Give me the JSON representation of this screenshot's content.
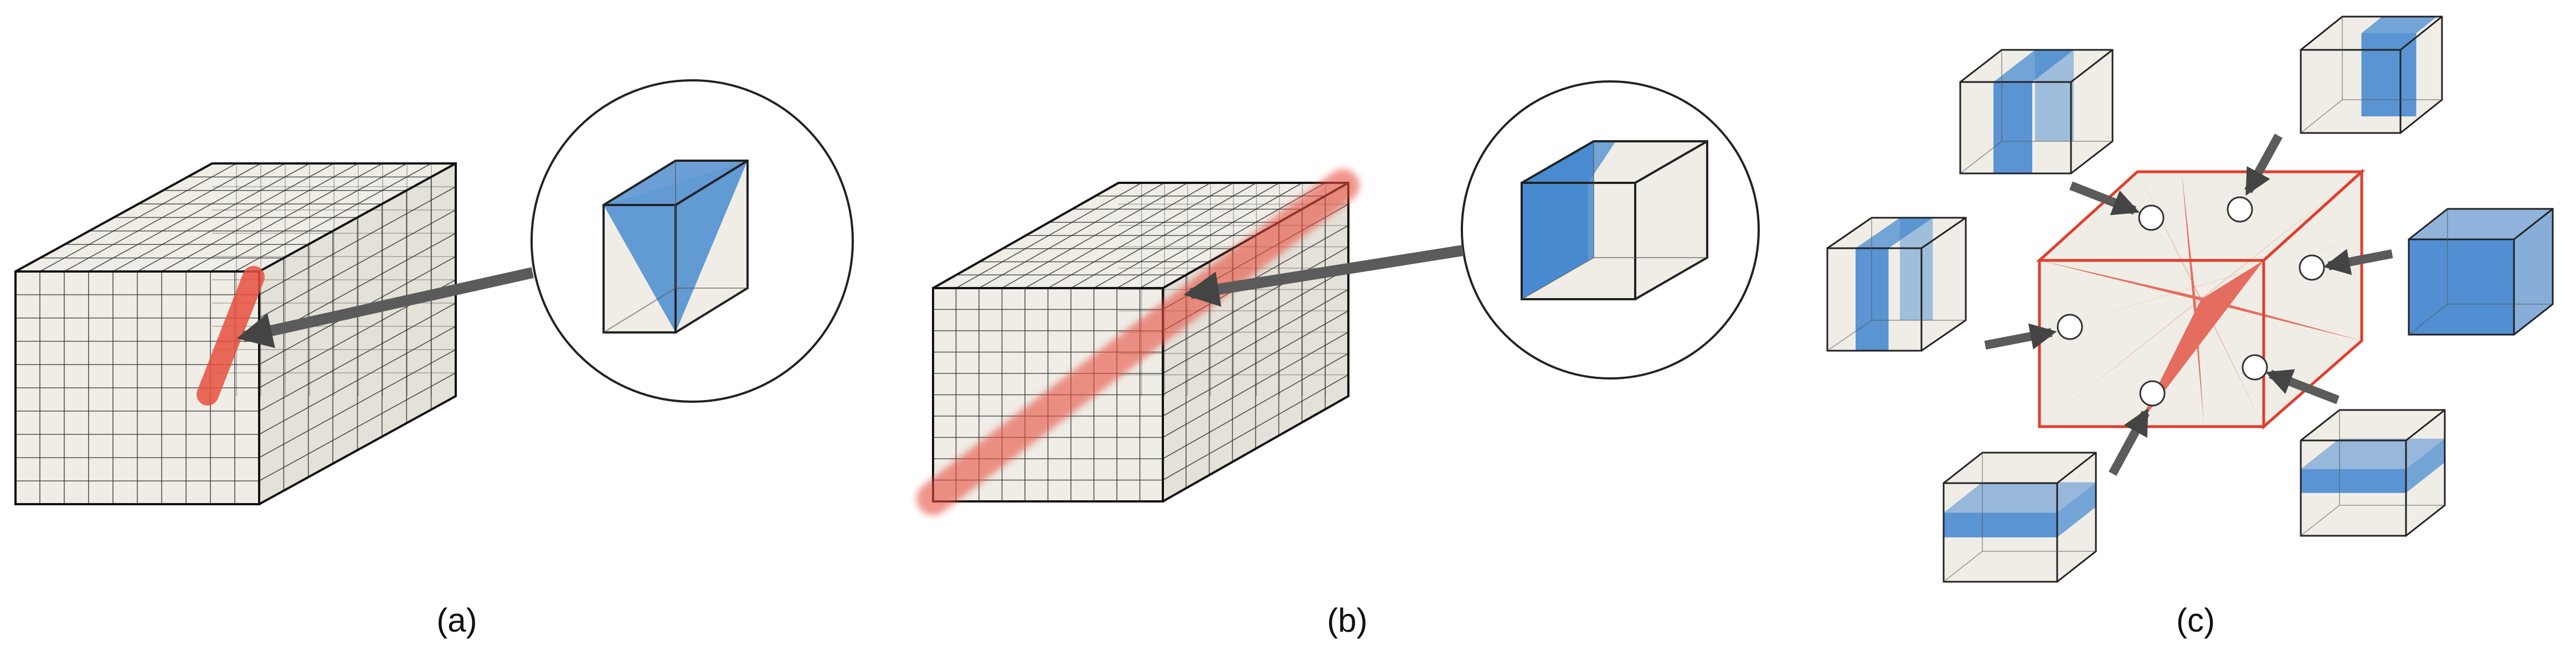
{
  "figure": {
    "panels": [
      {
        "id": "a",
        "caption": "(a)"
      },
      {
        "id": "b",
        "caption": "(b)"
      },
      {
        "id": "c",
        "caption": "(c)"
      }
    ]
  },
  "colors": {
    "cube_face": "#efede6",
    "grid_line": "#2b2b2b",
    "highlight_red": "#e8503f",
    "plane_blue": "#3f84cf",
    "arrow": "#5b5b5b"
  }
}
